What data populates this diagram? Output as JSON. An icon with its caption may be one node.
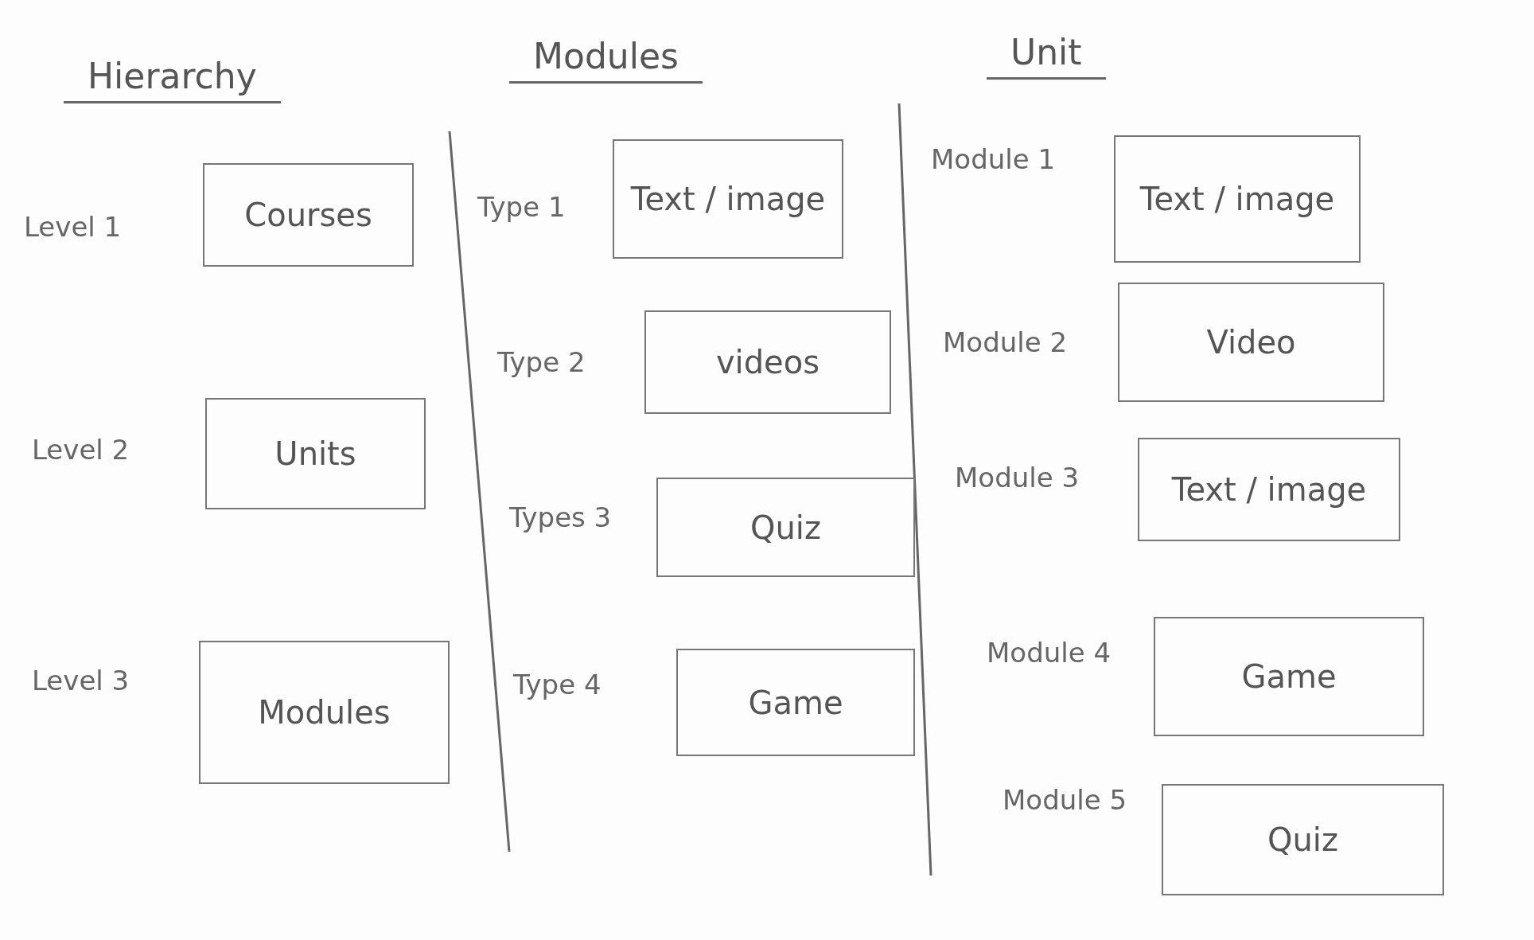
{
  "diagram": {
    "nodes": [
      {
        "text": [
          "Courses"
        ],
        "beside": [
          "Level 1"
        ]
      },
      {
        "text": [
          "Units"
        ],
        "beside": [
          "Level 2"
        ]
      },
      {
        "text": [
          "Modules"
        ],
        "beside": [
          "Level 3"
        ]
      },
      {
        "text": [
          "Text / image"
        ],
        "beside": [
          "Type 1"
        ]
      },
      {
        "text": [
          "videos"
        ],
        "beside": [
          "Type 2"
        ]
      },
      {
        "text": [
          "Quiz"
        ],
        "beside": [
          "Types 3"
        ]
      },
      {
        "text": [
          "Game"
        ],
        "beside": [
          "Type 4"
        ]
      },
      {
        "text": [
          "Text / image"
        ],
        "beside": [
          "Module 1"
        ]
      },
      {
        "text": [
          "Video"
        ],
        "beside": [
          "Module 2"
        ]
      },
      {
        "text": [
          "Text / image"
        ],
        "beside": [
          "Module 3"
        ]
      },
      {
        "text": [
          "Game"
        ],
        "beside": [
          "Module 4"
        ]
      },
      {
        "text": [
          "Quiz"
        ],
        "beside": [
          "Module 5"
        ]
      }
    ],
    "edges": [],
    "labels": [
      "Hierarchy",
      "Modules",
      "Unit"
    ]
  }
}
